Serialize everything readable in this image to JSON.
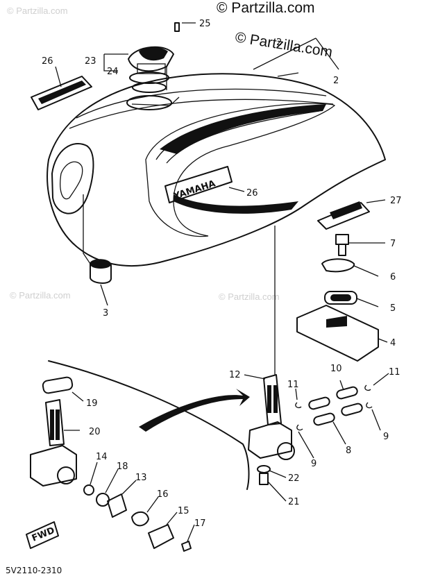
{
  "watermark": {
    "brand": "© Partzilla.com",
    "repeat": "© Partzilla.com"
  },
  "tank_text": "YAMAHA",
  "fwd_text": "FWD",
  "diagram_code": "5V2110-2310",
  "callouts": [
    {
      "id": "c25",
      "text": "25"
    },
    {
      "id": "c2a",
      "text": "2"
    },
    {
      "id": "c2b",
      "text": "2"
    },
    {
      "id": "c26a",
      "text": "26"
    },
    {
      "id": "c23",
      "text": "23"
    },
    {
      "id": "c24",
      "text": "24"
    },
    {
      "id": "c26b",
      "text": "26"
    },
    {
      "id": "c27",
      "text": "27"
    },
    {
      "id": "c7",
      "text": "7"
    },
    {
      "id": "c6",
      "text": "6"
    },
    {
      "id": "c5",
      "text": "5"
    },
    {
      "id": "c4",
      "text": "4"
    },
    {
      "id": "c3",
      "text": "3"
    },
    {
      "id": "c12",
      "text": "12"
    },
    {
      "id": "c10",
      "text": "10"
    },
    {
      "id": "c11a",
      "text": "11"
    },
    {
      "id": "c11b",
      "text": "11"
    },
    {
      "id": "c9a",
      "text": "9"
    },
    {
      "id": "c9b",
      "text": "9"
    },
    {
      "id": "c8",
      "text": "8"
    },
    {
      "id": "c19",
      "text": "19"
    },
    {
      "id": "c20",
      "text": "20"
    },
    {
      "id": "c14",
      "text": "14"
    },
    {
      "id": "c18",
      "text": "18"
    },
    {
      "id": "c13",
      "text": "13"
    },
    {
      "id": "c16",
      "text": "16"
    },
    {
      "id": "c15",
      "text": "15"
    },
    {
      "id": "c17",
      "text": "17"
    },
    {
      "id": "c22",
      "text": "22"
    },
    {
      "id": "c21",
      "text": "21"
    }
  ]
}
